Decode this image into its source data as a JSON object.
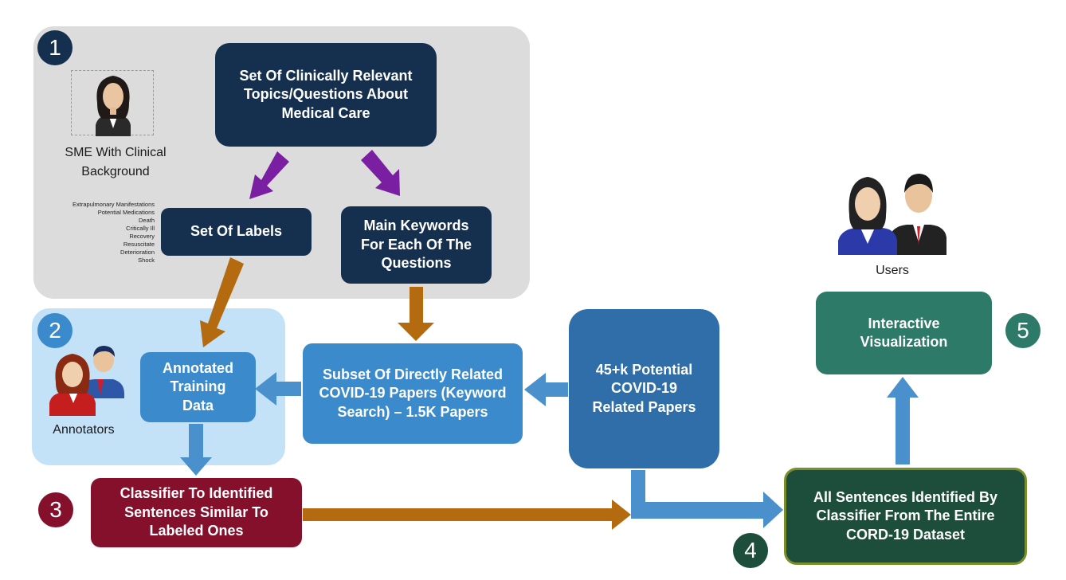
{
  "steps": [
    "1",
    "2",
    "3",
    "4",
    "5"
  ],
  "sme_label": "SME With Clinical Background",
  "annotators_label": "Annotators",
  "users_label": "Users",
  "boxes": {
    "topics": "Set Of Clinically Relevant Topics/Questions About Medical Care",
    "labels": "Set Of Labels",
    "keywords": "Main Keywords For Each Of The Questions",
    "training": "Annotated Training Data",
    "subset": "Subset Of Directly Related COVID-19 Papers (Keyword Search) – 1.5K Papers",
    "potential": "45+k Potential COVID-19 Related Papers",
    "classifier": "Classifier To Identified Sentences Similar To Labeled Ones",
    "sentences": "All Sentences Identified By Classifier From The Entire CORD-19 Dataset",
    "visualization": "Interactive Visualization"
  },
  "label_list": [
    "Extrapulmonary Manifestations",
    "Potential Medications",
    "Death",
    "Critically Ill",
    "Recovery",
    "Resuscitate",
    "Deterioration",
    "Shock"
  ],
  "colors": {
    "panel1": "#dcdcdc",
    "panel2": "#c3e2f8",
    "navy": "#15304f",
    "mid_blue": "#3b8bcc",
    "steel_blue": "#2f6ea8",
    "maroon": "#85102c",
    "dark_green": "#1d4e3b",
    "teal": "#2e7a68",
    "purple": "#7b1fa2",
    "brown": "#b46a0e",
    "arrow_blue": "#4a90cc"
  }
}
